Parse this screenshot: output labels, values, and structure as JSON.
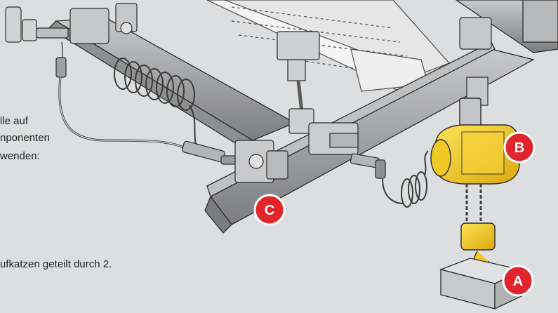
{
  "text": {
    "line1": "lle auf",
    "line2": "nponenten",
    "line3": "wenden:",
    "line4": "ufkatzen geteilt durch 2."
  },
  "callouts": {
    "a": "A",
    "b": "B",
    "c": "C"
  },
  "colors": {
    "background": "#dcdee0",
    "badge_red": "#e0262c",
    "hoist_yellow": "#f2cc1f",
    "rail_gray": "#9b9c9e",
    "outline": "#2b2b2b"
  },
  "icons": {
    "air_unit": "air-filter-regulator-icon",
    "hoist": "pneumatic-hoist-icon",
    "trolley": "trolley-icon",
    "load": "load-block-icon",
    "beam": "i-beam-icon"
  }
}
